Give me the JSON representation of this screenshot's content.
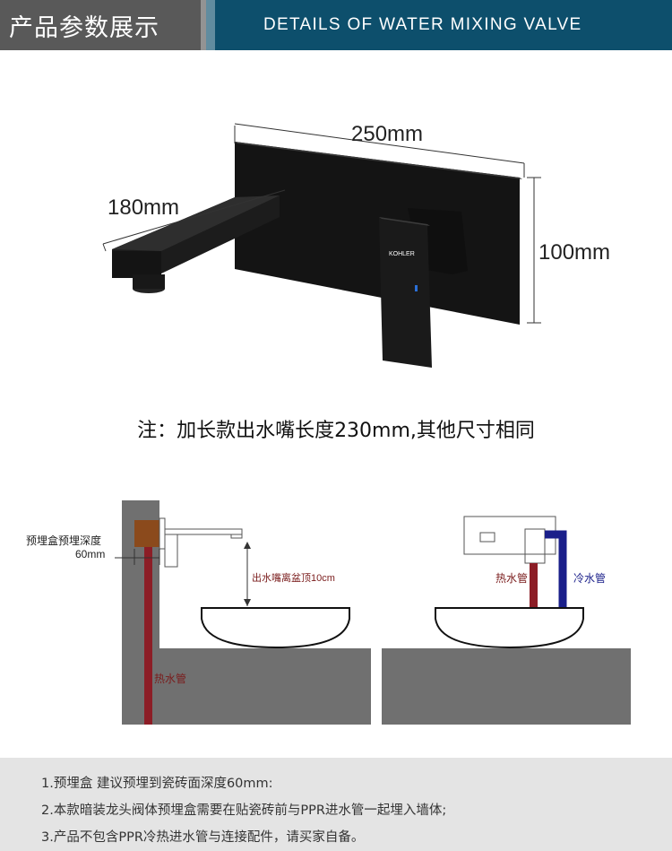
{
  "header": {
    "title_cn": "产品参数展示",
    "title_en": "DETAILS OF WATER MIXING VALVE"
  },
  "dimensions": {
    "width": "250mm",
    "spout_length": "180mm",
    "height": "100mm",
    "brand": "KOHLER"
  },
  "note": "注：加长款出水嘴长度230mm,其他尺寸相同",
  "install": {
    "box_depth_label": "预埋盒预埋深度",
    "box_depth_value": "60mm",
    "spout_height_label": "出水嘴离盆顶10cm",
    "hot_pipe_left": "热水管",
    "hot_pipe_right": "热水管",
    "cold_pipe": "冷水管"
  },
  "colors": {
    "banner": "#0d4f6c",
    "banner_cn": "#595959",
    "wall": "#707070",
    "hot_pipe": "#8c1d26",
    "cold_pipe": "#1a1f8a",
    "box": "#8b4a1c"
  },
  "footer": {
    "line1": "1.预埋盒 建议预埋到瓷砖面深度60mm:",
    "line2": "2.本款暗装龙头阀体预埋盒需要在贴瓷砖前与PPR进水管一起埋入墙体;",
    "line3": "3.产品不包含PPR冷热进水管与连接配件，请买家自备。"
  }
}
